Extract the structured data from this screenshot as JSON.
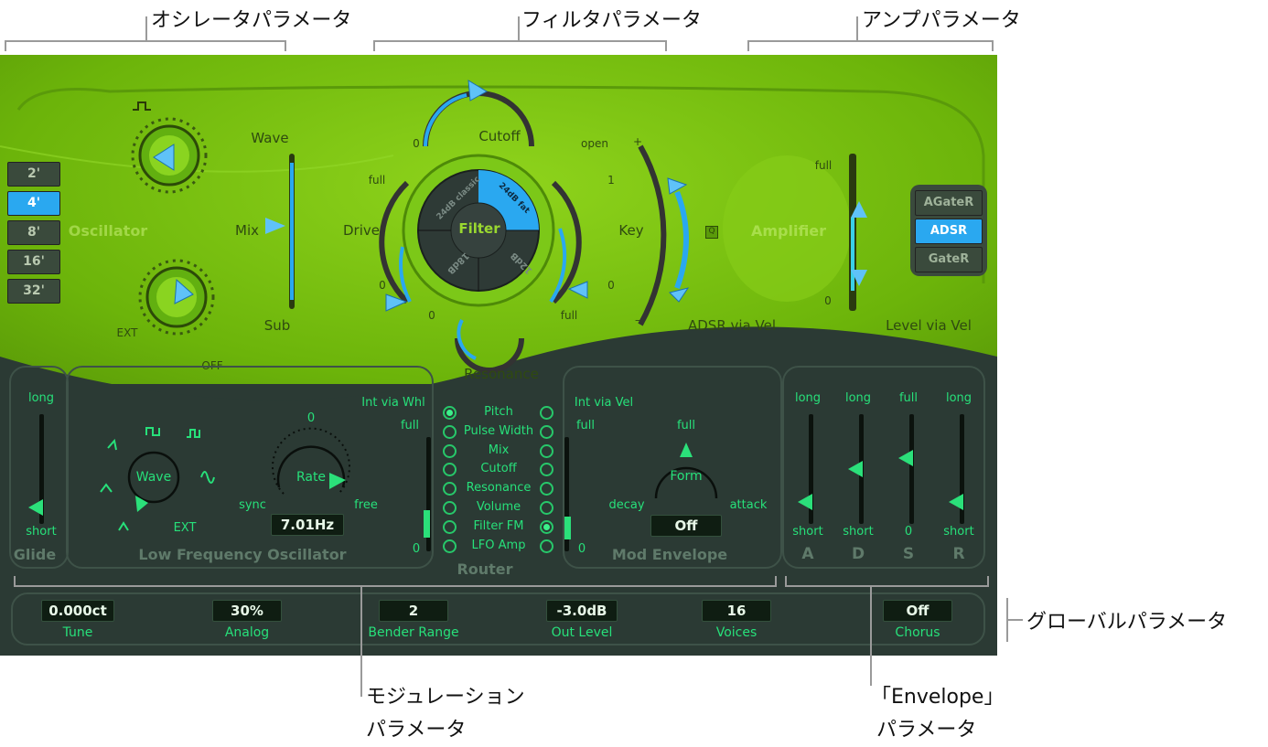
{
  "callouts": {
    "oscillator": "オシレータパラメータ",
    "filter": "フィルタパラメータ",
    "amp": "アンプパラメータ",
    "global": "グローバルパラメータ",
    "modulation_1": "モジュレーション",
    "modulation_2": "パラメータ",
    "envelope_1": "「Envelope」",
    "envelope_2": "パラメータ"
  },
  "octave": {
    "items": [
      "2'",
      "4'",
      "8'",
      "16'",
      "32'"
    ],
    "selected": "4'"
  },
  "oscillator": {
    "title": "Oscillator",
    "wave_label": "Wave",
    "mix_label": "Mix",
    "sub_label": "Sub",
    "sub_ext": "EXT",
    "sub_off": "OFF",
    "mix_level": 0.55
  },
  "filter": {
    "center": "Filter",
    "modes": [
      "24dB classic",
      "24dB fat",
      "12dB",
      "18dB"
    ],
    "selected": "24dB fat",
    "cutoff": "Cutoff",
    "cutoff_min": "0",
    "cutoff_max": "open",
    "drive": "Drive",
    "drive_max": "full",
    "drive_min": "0",
    "key": "Key",
    "key_max": "1",
    "key_min": "0",
    "resonance": "Resonance",
    "res_min": "0",
    "res_max": "full"
  },
  "adsr_via_vel": {
    "label": "ADSR via Vel",
    "plus": "+",
    "minus": "–",
    "q": "Q"
  },
  "amplifier": {
    "title": "Amplifier",
    "level_label": "Level via Vel",
    "max": "full",
    "min": "0",
    "modes": [
      "AGateR",
      "ADSR",
      "GateR"
    ],
    "selected": "ADSR"
  },
  "glide": {
    "title": "Glide",
    "max": "long",
    "min": "short",
    "level": 0.1
  },
  "lfo": {
    "title": "Low Frequency Oscillator",
    "wave_label": "Wave",
    "ext": "EXT",
    "rate_label": "Rate",
    "rate_zero": "0",
    "rate_sync": "sync",
    "rate_free": "free",
    "rate_value": "7.01Hz",
    "int_label": "Int via Whl",
    "int_max": "full",
    "int_min": "0"
  },
  "router": {
    "title": "Router",
    "items": [
      "Pitch",
      "Pulse Width",
      "Mix",
      "Cutoff",
      "Resonance",
      "Volume",
      "Filter FM",
      "LFO Amp"
    ],
    "left_selected": "Pitch",
    "right_selected": "Filter FM"
  },
  "mod_env": {
    "title": "Mod Envelope",
    "int_label": "Int via Vel",
    "int_max": "full",
    "int_min": "0",
    "form_label": "Form",
    "form_max": "full",
    "decay": "decay",
    "attack": "attack",
    "value": "Off"
  },
  "envelope": {
    "sliders": [
      {
        "name": "A",
        "max": "long",
        "min": "short",
        "level": 0.15
      },
      {
        "name": "D",
        "max": "long",
        "min": "short",
        "level": 0.5
      },
      {
        "name": "S",
        "max": "full",
        "min": "0",
        "level": 0.62
      },
      {
        "name": "R",
        "max": "long",
        "min": "short",
        "level": 0.15
      }
    ]
  },
  "global": [
    {
      "label": "Tune",
      "value": "0.000ct"
    },
    {
      "label": "Analog",
      "value": "30%"
    },
    {
      "label": "Bender Range",
      "value": "2"
    },
    {
      "label": "Out Level",
      "value": "-3.0dB"
    },
    {
      "label": "Voices",
      "value": "16"
    },
    {
      "label": "Chorus",
      "value": "Off"
    }
  ],
  "colors": {
    "synth_green": "#7cc410",
    "accent_blue": "#2aa8f0",
    "lcd_green": "#27e07a",
    "panel_dark": "#2b3a34"
  }
}
